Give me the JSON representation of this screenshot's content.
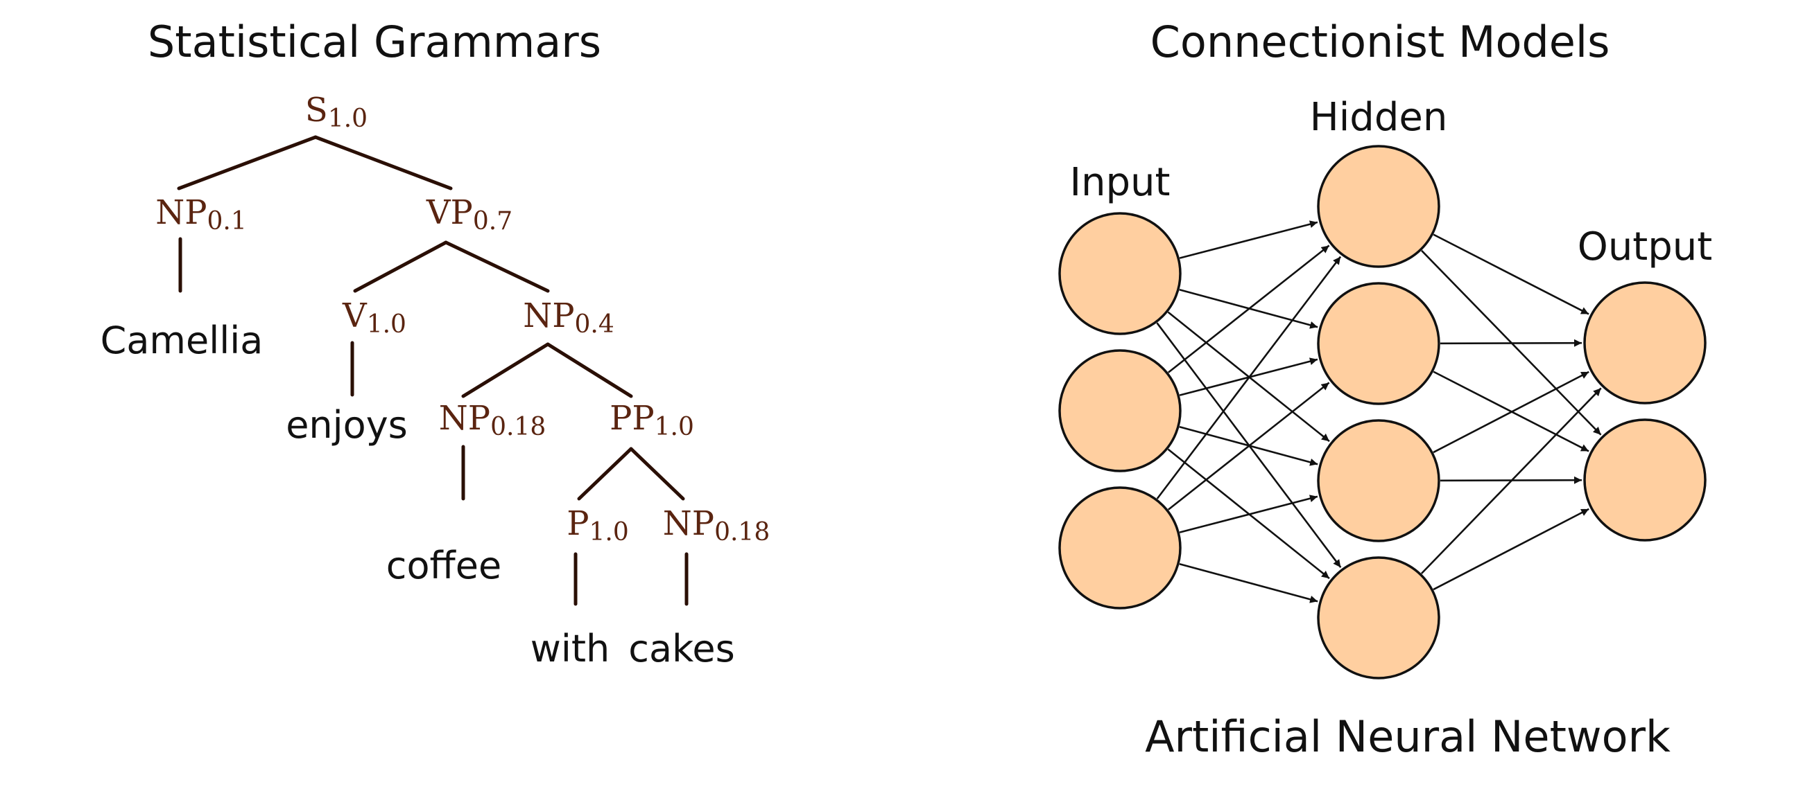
{
  "left_panel": {
    "title": "Statistical Grammars",
    "tree": {
      "S": {
        "label": "S",
        "prob": "1.0"
      },
      "NP_top": {
        "label": "NP",
        "prob": "0.1"
      },
      "VP": {
        "label": "VP",
        "prob": "0.7"
      },
      "V": {
        "label": "V",
        "prob": "1.0"
      },
      "NP_obj": {
        "label": "NP",
        "prob": "0.4"
      },
      "NP_coffee": {
        "label": "NP",
        "prob": "0.18"
      },
      "PP": {
        "label": "PP",
        "prob": "1.0"
      },
      "P": {
        "label": "P",
        "prob": "1.0"
      },
      "NP_cakes": {
        "label": "NP",
        "prob": "0.18"
      }
    },
    "words": {
      "camellia": "Camellia",
      "enjoys": "enjoys",
      "coffee": "coffee",
      "with": "with",
      "cakes": "cakes"
    }
  },
  "right_panel": {
    "title": "Connectionist Models",
    "layers": {
      "input": {
        "label": "Input",
        "count": 3
      },
      "hidden": {
        "label": "Hidden",
        "count": 4
      },
      "output": {
        "label": "Output",
        "count": 2
      }
    },
    "caption": "Artificial Neural Network",
    "neuron_color": "#ffcfa0"
  }
}
